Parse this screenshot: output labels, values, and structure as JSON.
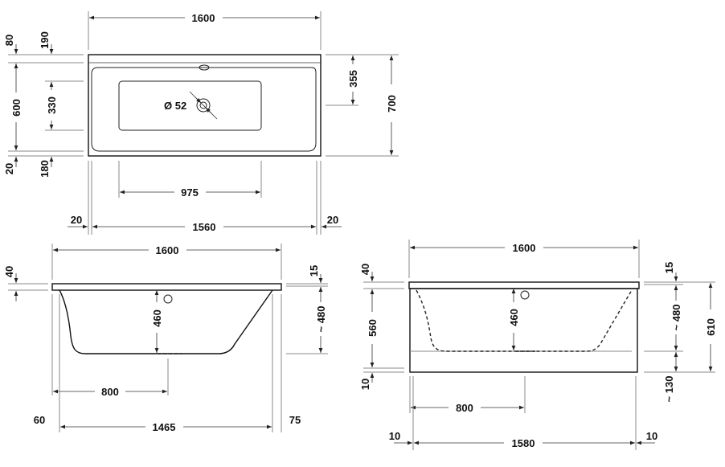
{
  "plan_view": {
    "overall_length": "1600",
    "inner_length": "1560",
    "left_rim": "20",
    "right_rim": "20",
    "drain_spacing": "975",
    "overall_width": "700",
    "drain_offset": "355",
    "inner_width": "600",
    "drain_zone": "330",
    "top_rim": "80",
    "top_to_drain_zone": "190",
    "bottom_rim": "20",
    "bottom_to_drain_zone": "180",
    "drain_diameter": "Ø 52"
  },
  "side_view_left": {
    "overall_length": "1600",
    "bottom_length": "1465",
    "left_offset": "60",
    "right_offset": "75",
    "drain_position": "800",
    "depth": "460",
    "rim_height_left": "40",
    "rim_height_right": "15",
    "water_depth": "~ 480"
  },
  "side_view_right": {
    "overall_length": "1600",
    "bottom_length": "1580",
    "left_offset": "10",
    "right_offset": "10",
    "drain_position": "800",
    "depth": "460",
    "panel_height": "560",
    "foot_height": "10",
    "rim_height_left": "40",
    "rim_height_right": "15",
    "water_depth": "~ 480",
    "total_height": "610",
    "adjustable_height": "~ 130"
  }
}
